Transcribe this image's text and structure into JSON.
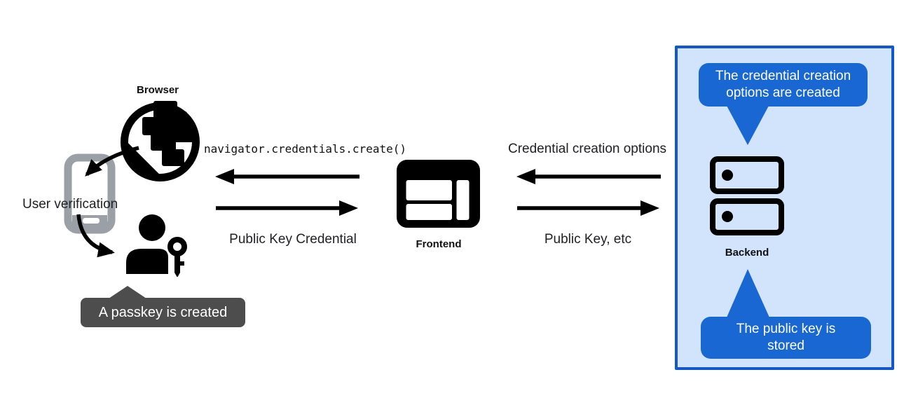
{
  "nodes": {
    "browser": "Browser",
    "user_verification": "User verification",
    "frontend": "Frontend",
    "backend": "Backend"
  },
  "flows": {
    "frontend_to_browser": "navigator.credentials.create()",
    "browser_to_frontend": "Public Key Credential",
    "backend_to_frontend": "Credential creation options",
    "frontend_to_backend": "Public Key, etc"
  },
  "callouts": {
    "passkey_created": "A passkey is created",
    "options_created": {
      "line1": "The credential creation",
      "line2": "options are created"
    },
    "key_stored": {
      "line1": "The public key is",
      "line2": "stored"
    }
  },
  "icons": [
    "globe-icon",
    "smartphone-icon",
    "person-key-icon",
    "browser-window-icon",
    "server-stack-icon"
  ],
  "colors": {
    "bubble_blue": "#1967d2",
    "panel_fill": "#d2e3fc",
    "panel_border": "#1257cd",
    "tooltip_gray": "#4d4d4d",
    "phone_gray": "#9aa0a6"
  }
}
